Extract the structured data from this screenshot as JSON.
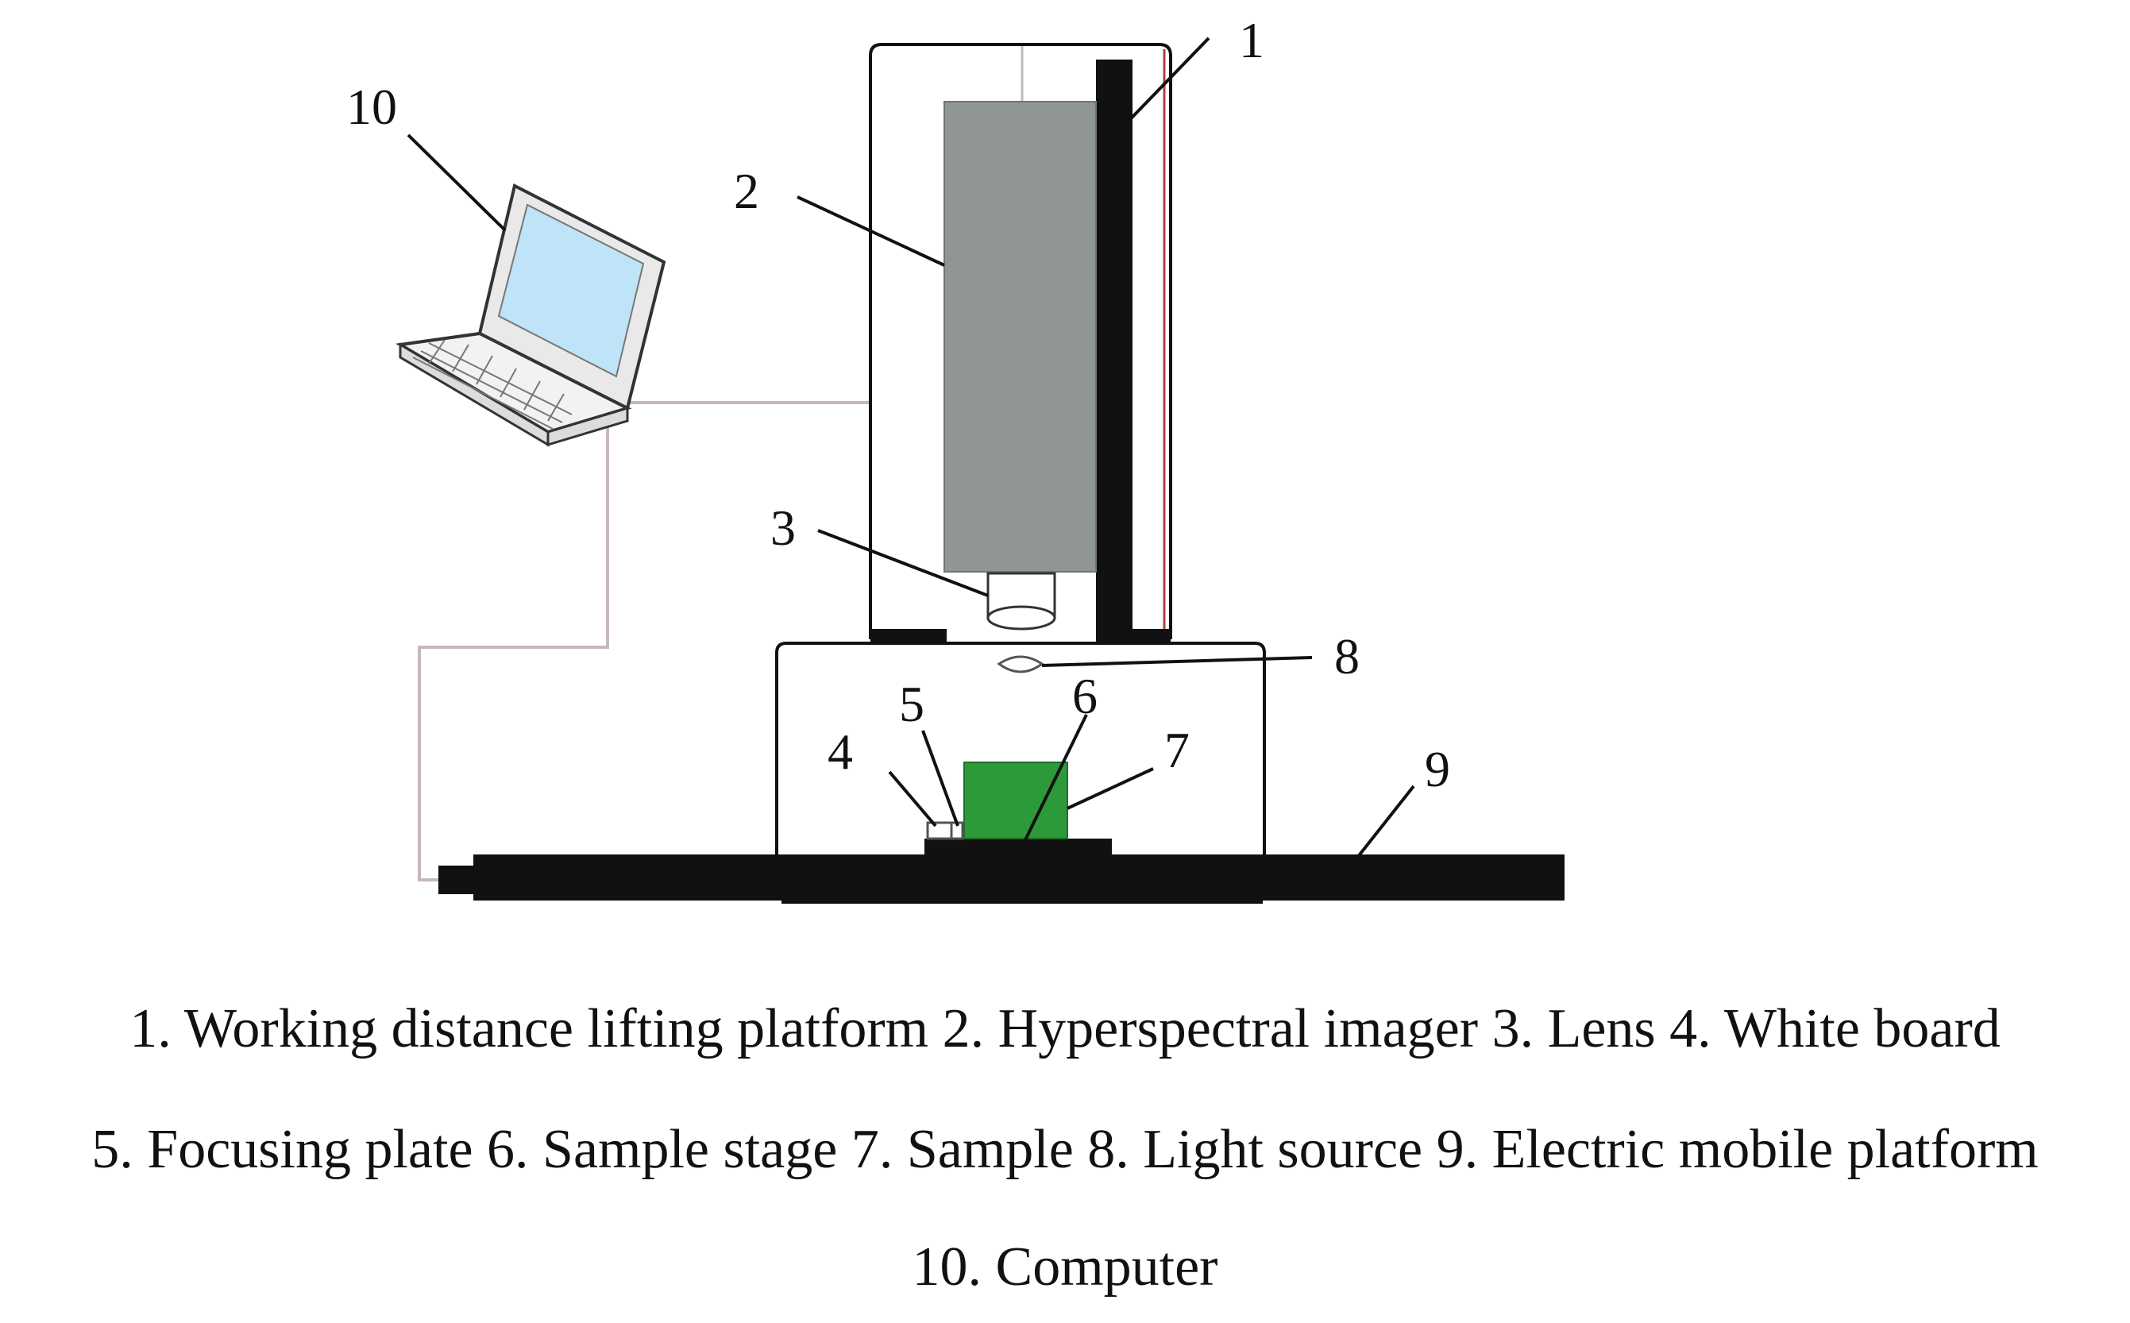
{
  "labels": {
    "n1": "1",
    "n2": "2",
    "n3": "3",
    "n4": "4",
    "n5": "5",
    "n6": "6",
    "n7": "7",
    "n8": "8",
    "n9": "9",
    "n10": "10"
  },
  "caption": {
    "line1": "1. Working distance lifting platform 2. Hyperspectral imager 3. Lens 4. White board",
    "line2": "5. Focusing plate 6. Sample stage 7. Sample 8. Light source 9. Electric mobile platform",
    "line3": "10. Computer"
  },
  "colors": {
    "imager": "#8f9695",
    "sample": "#2d9a3a",
    "black": "#111111",
    "cable": "#c9b8b8",
    "frame_edge": "#b04040",
    "screen": "#bfe3f7"
  }
}
